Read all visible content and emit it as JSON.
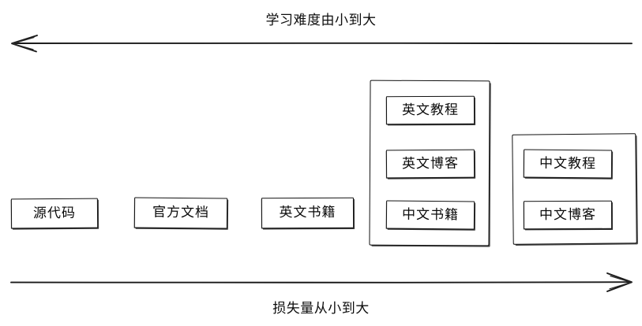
{
  "diagram": {
    "title_top": "学习难度由小到大",
    "title_bottom": "损失量从小到大",
    "top_arrow": {
      "name": "left-arrow",
      "direction": "left"
    },
    "bottom_arrow": {
      "name": "right-arrow",
      "direction": "right"
    },
    "standalone_boxes": [
      {
        "label": "源代码"
      },
      {
        "label": "官方文档"
      },
      {
        "label": "英文书籍"
      }
    ],
    "groups": [
      {
        "name": "group-english-tutorials",
        "items": [
          {
            "label": "英文教程"
          },
          {
            "label": "英文博客"
          },
          {
            "label": "中文书籍"
          }
        ]
      },
      {
        "name": "group-chinese-resources",
        "items": [
          {
            "label": "中文教程"
          },
          {
            "label": "中文博客"
          }
        ]
      }
    ],
    "colors": {
      "background": "#ffffff",
      "stroke": "#111111",
      "text": "#0a0a0a"
    }
  }
}
